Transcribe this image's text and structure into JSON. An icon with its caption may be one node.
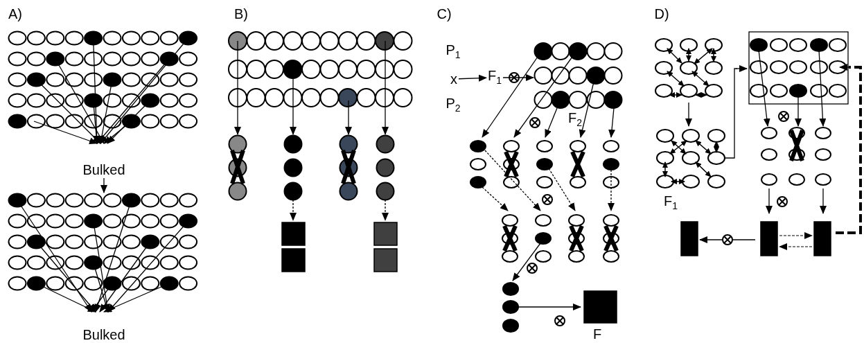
{
  "diagram": {
    "nodes": [
      {
        "text": [
          "Bulked"
        ]
      },
      {
        "text": [
          "x"
        ]
      },
      {
        "text": [
          "F$_{1}$"
        ]
      }
    ],
    "edges": [
      {
        "from": 0,
        "to": null,
        "arrow": "to"
      },
      {
        "from": 1,
        "to": 2,
        "arrow": "to"
      },
      {
        "from": 2,
        "to": null,
        "arrow": "to"
      }
    ],
    "labels": [
      "A)",
      "B)",
      "C)",
      "D)",
      "P$_{1}$",
      "P$_{2}$",
      "F$_{2}$",
      "F$_{1}$",
      "Bulked",
      "F"
    ]
  }
}
